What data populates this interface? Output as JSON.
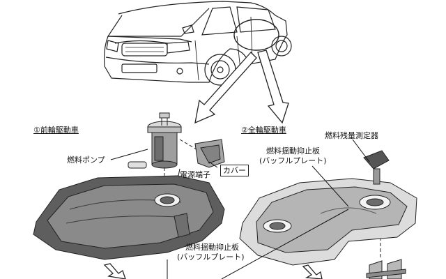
{
  "sections": {
    "front_wheel_drive": "①前輪駆動車",
    "all_wheel_drive": "②全輪駆動車"
  },
  "labels": {
    "fuel_pump": "燃料ポンプ",
    "power_terminal": "電源端子",
    "cover": "カバー",
    "fuel_gauge_sender": "燃料残量測定器",
    "baffle_right_line1": "燃料揺動抑止板",
    "baffle_right_line2": "(バッフルプレート)",
    "baffle_left_line1": "燃料揺動抑止板",
    "baffle_left_line2": "(バッフルプレート)"
  }
}
